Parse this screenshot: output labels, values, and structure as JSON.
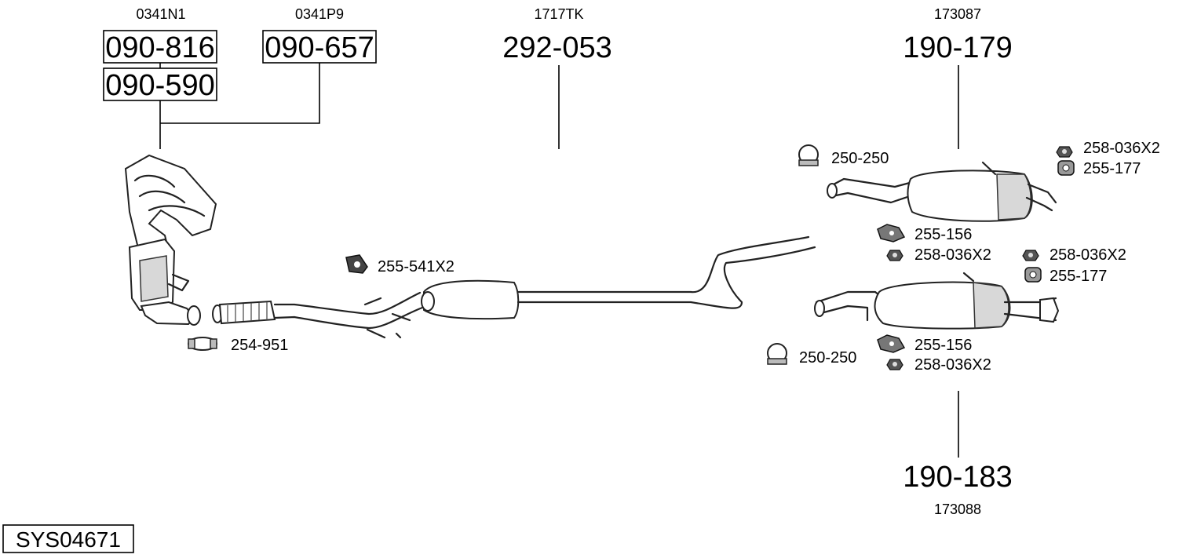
{
  "diagram": {
    "system_code": "SYS04671",
    "assemblies": [
      {
        "ref": "0341N1",
        "parts": [
          "090-816",
          "090-590"
        ]
      },
      {
        "ref": "0341P9",
        "parts": [
          "090-657"
        ]
      },
      {
        "ref": "1717TK",
        "parts": [
          "292-053"
        ]
      },
      {
        "ref": "173087",
        "parts": [
          "190-179"
        ]
      },
      {
        "ref": "173088",
        "parts": [
          "190-183"
        ]
      }
    ],
    "fittings": {
      "clamp_front": "254-951",
      "hanger_mid": "255-541X2",
      "clamp_rear_top": "250-250",
      "clamp_rear_bottom": "250-250",
      "nut_top_right": "258-036X2",
      "rubber_top_right": "255-177",
      "bracket_upper": "255-156",
      "nut_upper": "258-036X2",
      "nut_mid_right": "258-036X2",
      "rubber_mid_right": "255-177",
      "bracket_lower": "255-156",
      "nut_lower": "258-036X2"
    }
  }
}
